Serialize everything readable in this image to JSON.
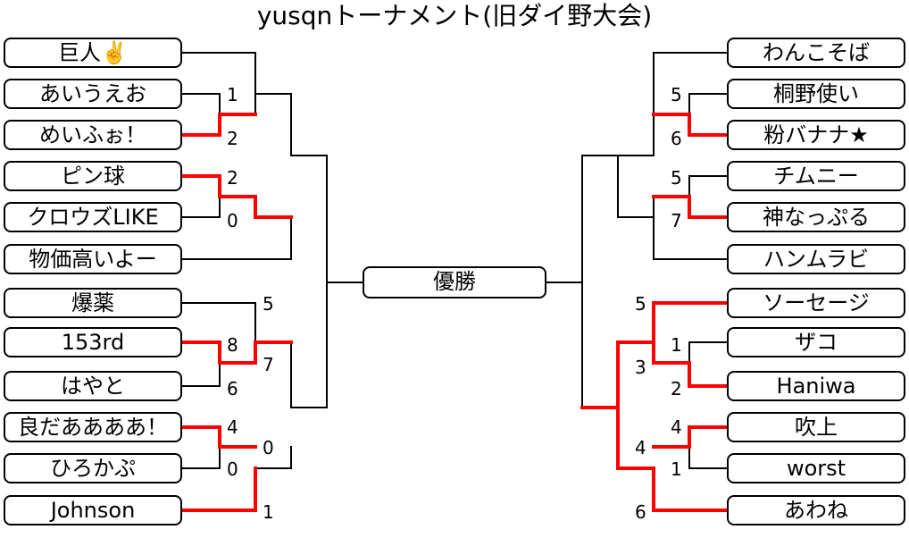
{
  "title": "yusqnトーナメント(旧ダイ野大会)",
  "winner_label": "優勝",
  "colors": {
    "winner_path": "#ff0000",
    "line": "#000000"
  },
  "left_teams": [
    "巨人✌️",
    "あいうえお",
    "めいふぉ！",
    "ピン球",
    "クロウズLIKE",
    "物価高いよー",
    "爆薬",
    "153rd",
    "はやと",
    "良だああああ！",
    "ひろかぷ",
    "Johnson"
  ],
  "right_teams": [
    "わんこそば",
    "桐野使い",
    "粉バナナ★",
    "チムニー",
    "神なっぷる",
    "ハンムラビ",
    "ソーセージ",
    "ザコ",
    "Haniwa",
    "吹上",
    "worst",
    "あわね"
  ],
  "scores": {
    "l_ab_a": "1",
    "l_ab_b": "2",
    "l_de_a": "2",
    "l_de_b": "0",
    "l_hi_a": "8",
    "l_hi_b": "6",
    "l_g": "5",
    "l_hiw": "7",
    "l_jk_a": "4",
    "l_jk_b": "0",
    "l_jkw": "0",
    "l_l": "1",
    "r_bc_a": "5",
    "r_bc_b": "6",
    "r_de_a": "5",
    "r_de_b": "7",
    "r_hi_a": "1",
    "r_hi_b": "2",
    "r_g": "5",
    "r_hiw": "3",
    "r_jk_a": "4",
    "r_jk_b": "1",
    "r_jkw": "4",
    "r_l": "6"
  }
}
